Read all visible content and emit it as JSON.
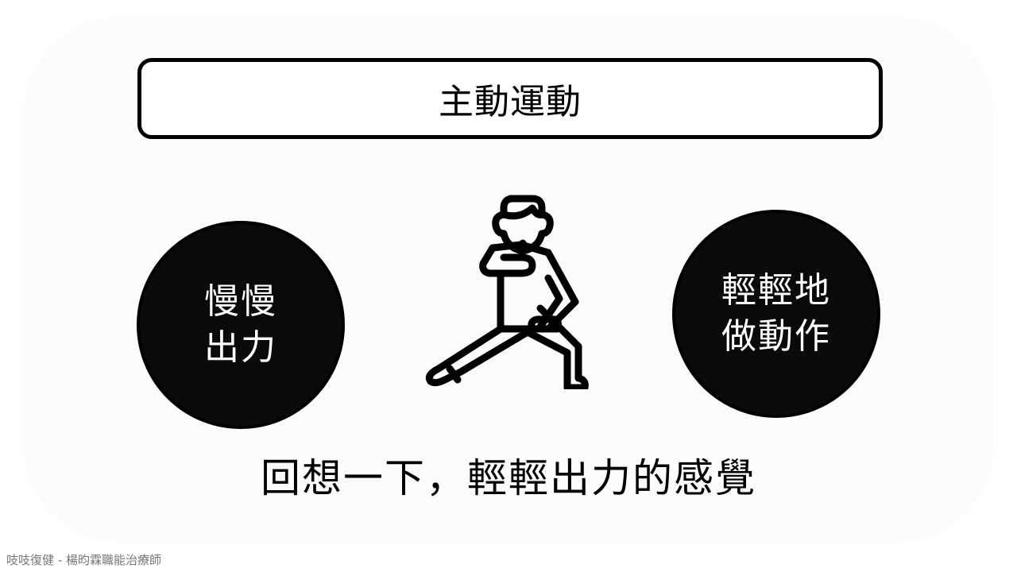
{
  "slide": {
    "title": "主動運動",
    "left_circle": {
      "lines": [
        "慢慢",
        "出力"
      ]
    },
    "right_circle": {
      "lines": [
        "輕輕地",
        "做動作"
      ]
    },
    "center_icon": "martial-arts-stance-person-icon",
    "subtitle": "回想一下，輕輕出力的感覺",
    "footer": "吱吱復健 - 楊昀霖職能治療師"
  },
  "colors": {
    "background": "#ffffff",
    "circle_fill": "#0a0a0a",
    "circle_text": "#ffffff",
    "text": "#000000",
    "footer_text": "#777777"
  }
}
